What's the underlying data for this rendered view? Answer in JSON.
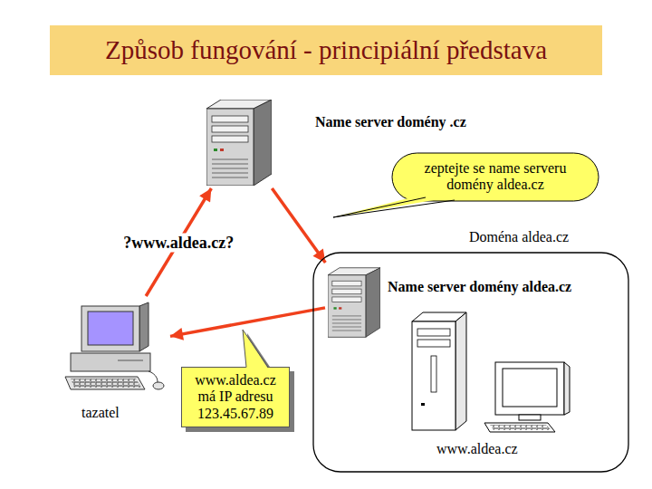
{
  "diagram": {
    "title": "Způsob fungování - principiální představa",
    "nodes": [
      {
        "text": [
          "Name server domény .cz"
        ]
      },
      {
        "text": [
          "zeptejte se name serveru domény aldea.cz"
        ]
      },
      {
        "text": [
          "Doména aldea.cz"
        ]
      },
      {
        "text": [
          "Name server domény aldea.cz"
        ],
        "in": 2
      },
      {
        "text": [
          "www.aldea.cz"
        ],
        "in": 2
      },
      {
        "text": [
          "tazatel"
        ]
      },
      {
        "text": [
          "www.aldea.cz má IP adresu 123.45.67.89"
        ]
      }
    ],
    "edges": [
      {
        "from": 5,
        "to": 0,
        "arrow": "to",
        "label": "?www.aldea.cz?"
      },
      {
        "from": 0,
        "to": 3,
        "arrow": "to"
      },
      {
        "from": 3,
        "to": 5,
        "arrow": "to"
      }
    ]
  }
}
